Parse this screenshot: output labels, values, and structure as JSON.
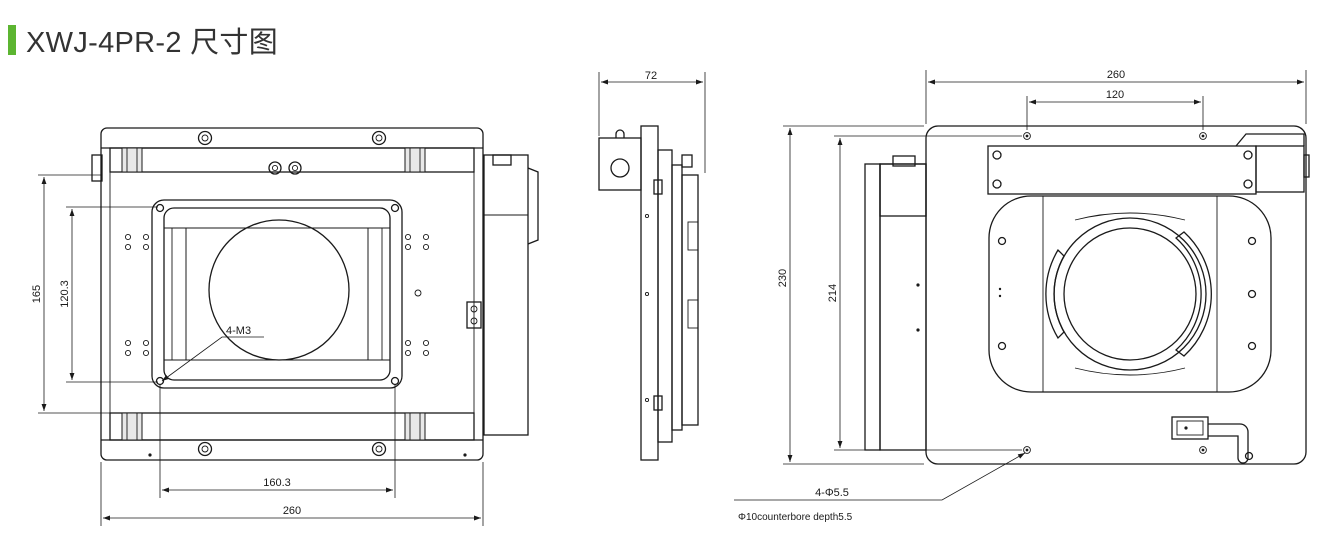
{
  "header": {
    "title": "XWJ-4PR-2 尺寸图",
    "accent_color": "#5cb531"
  },
  "front_view": {
    "dims": {
      "height_outer": "165",
      "height_inner": "120.3",
      "width_inner": "160.3",
      "width_outer": "260"
    },
    "callout": "4-M3"
  },
  "side_view": {
    "dims": {
      "depth": "72"
    }
  },
  "back_view": {
    "dims": {
      "width_outer": "260",
      "hole_spacing": "120",
      "height_outer": "230",
      "hole_height": "214"
    },
    "callout_holes": "4-Φ5.5",
    "callout_counterbore": "Φ10counterbore depth5.5"
  },
  "colors": {
    "line": "#1a1a1a",
    "text": "#333333"
  }
}
